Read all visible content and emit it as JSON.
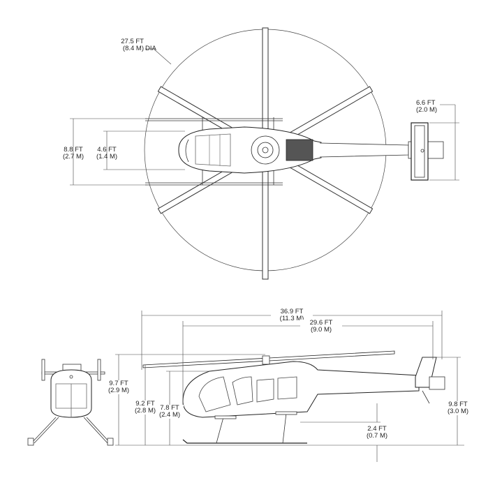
{
  "top_view": {
    "rotor_diameter": {
      "ft": "27.5 FT",
      "m": "(8.4 M)",
      "suffix": "DIA"
    },
    "tail_rotor": {
      "ft": "6.6 FT",
      "m": "(2.0 M)"
    },
    "skid_width": {
      "ft": "8.8 FT",
      "m": "(2.7 M)"
    },
    "cabin_width": {
      "ft": "4.6 FT",
      "m": "(1.4 M)"
    }
  },
  "side_view": {
    "overall_length": {
      "ft": "36.9 FT",
      "m": "(11.3 M)"
    },
    "fuselage_length": {
      "ft": "29.6 FT",
      "m": "(9.0 M)"
    },
    "height_rotor": {
      "ft": "9.7 FT",
      "m": "(2.9 M)"
    },
    "height_hub": {
      "ft": "9.2 FT",
      "m": "(2.8 M)"
    },
    "height_cabin": {
      "ft": "7.8 FT",
      "m": "(2.4 M)"
    },
    "ground_clearance": {
      "ft": "2.4 FT",
      "m": "(0.7 M)"
    },
    "tail_height": {
      "ft": "9.8 FT",
      "m": "(3.0 M)"
    }
  }
}
